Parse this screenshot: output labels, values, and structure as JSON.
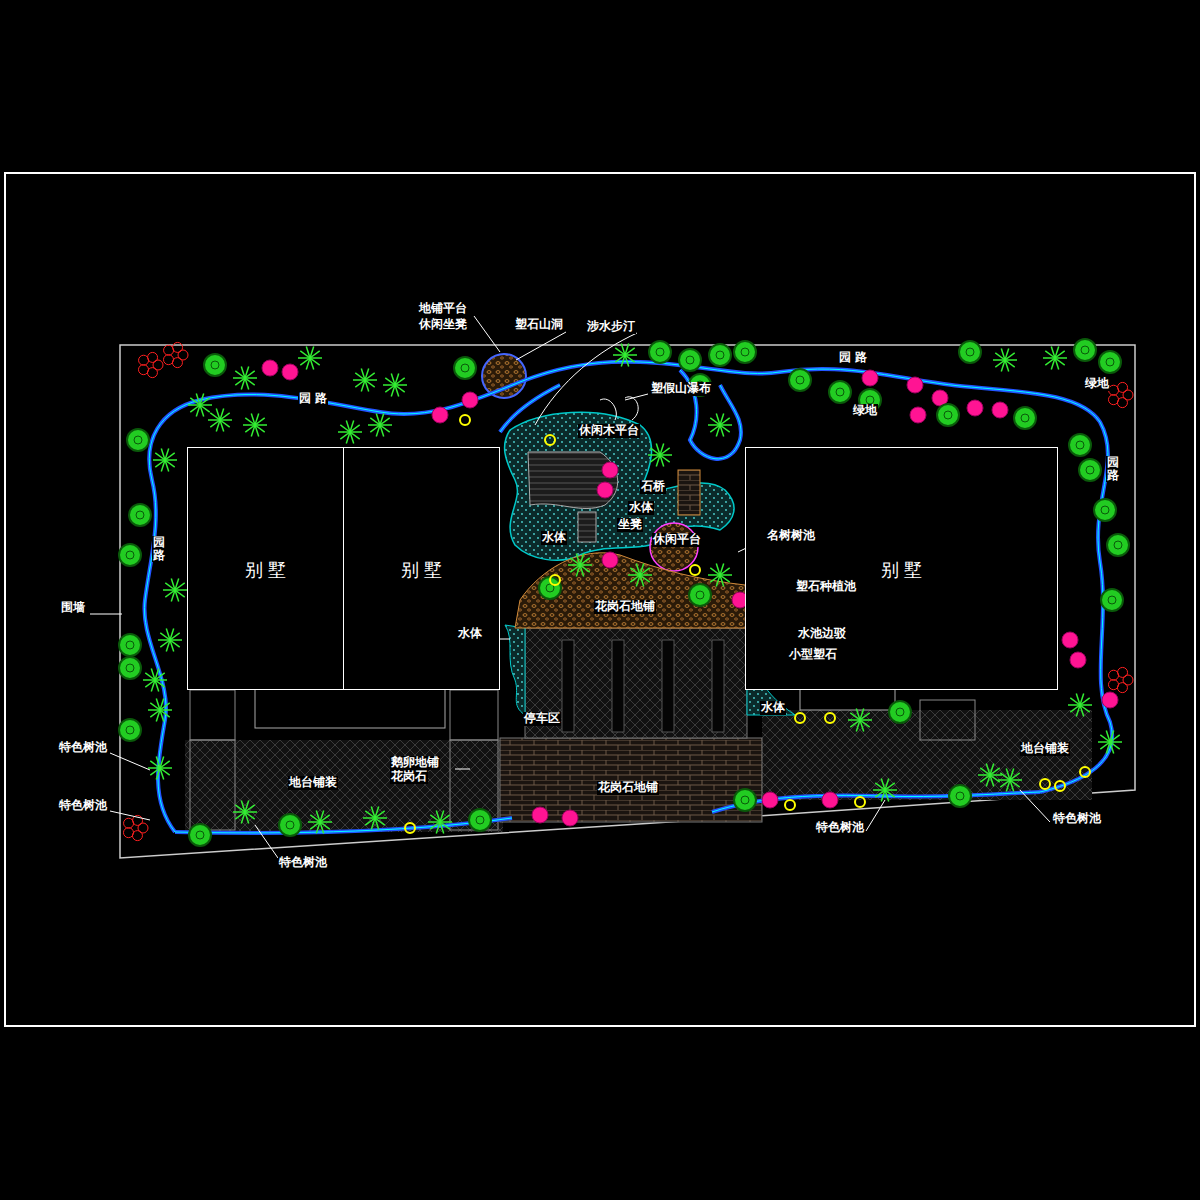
{
  "diagram": {
    "nodes": [
      {
        "text": [
          "别 墅"
        ]
      },
      {
        "text": [
          "别 墅"
        ]
      },
      {
        "text": [
          "别 墅"
        ]
      }
    ],
    "labels": [
      "地铺平台",
      "休闲坐凳",
      "塑石山洞",
      "涉水步汀",
      "塑假山瀑布",
      "园 路",
      "园 路",
      "绿地",
      "绿地",
      "园 路",
      "园 路",
      "休闲木平台",
      "石桥",
      "水体",
      "坐凳",
      "水体",
      "休闲平台",
      "名树树池",
      "塑石种植池",
      "花岗石地铺",
      "水体",
      "水池边驳",
      "小型塑石",
      "水体",
      "围墙",
      "停车区",
      "特色树池",
      "特色树池",
      "地台铺装",
      "鹅卵地铺",
      "花岗石",
      "花岗石地铺",
      "特色树池",
      "地台铺装",
      "特色树池",
      "特色树池"
    ]
  }
}
